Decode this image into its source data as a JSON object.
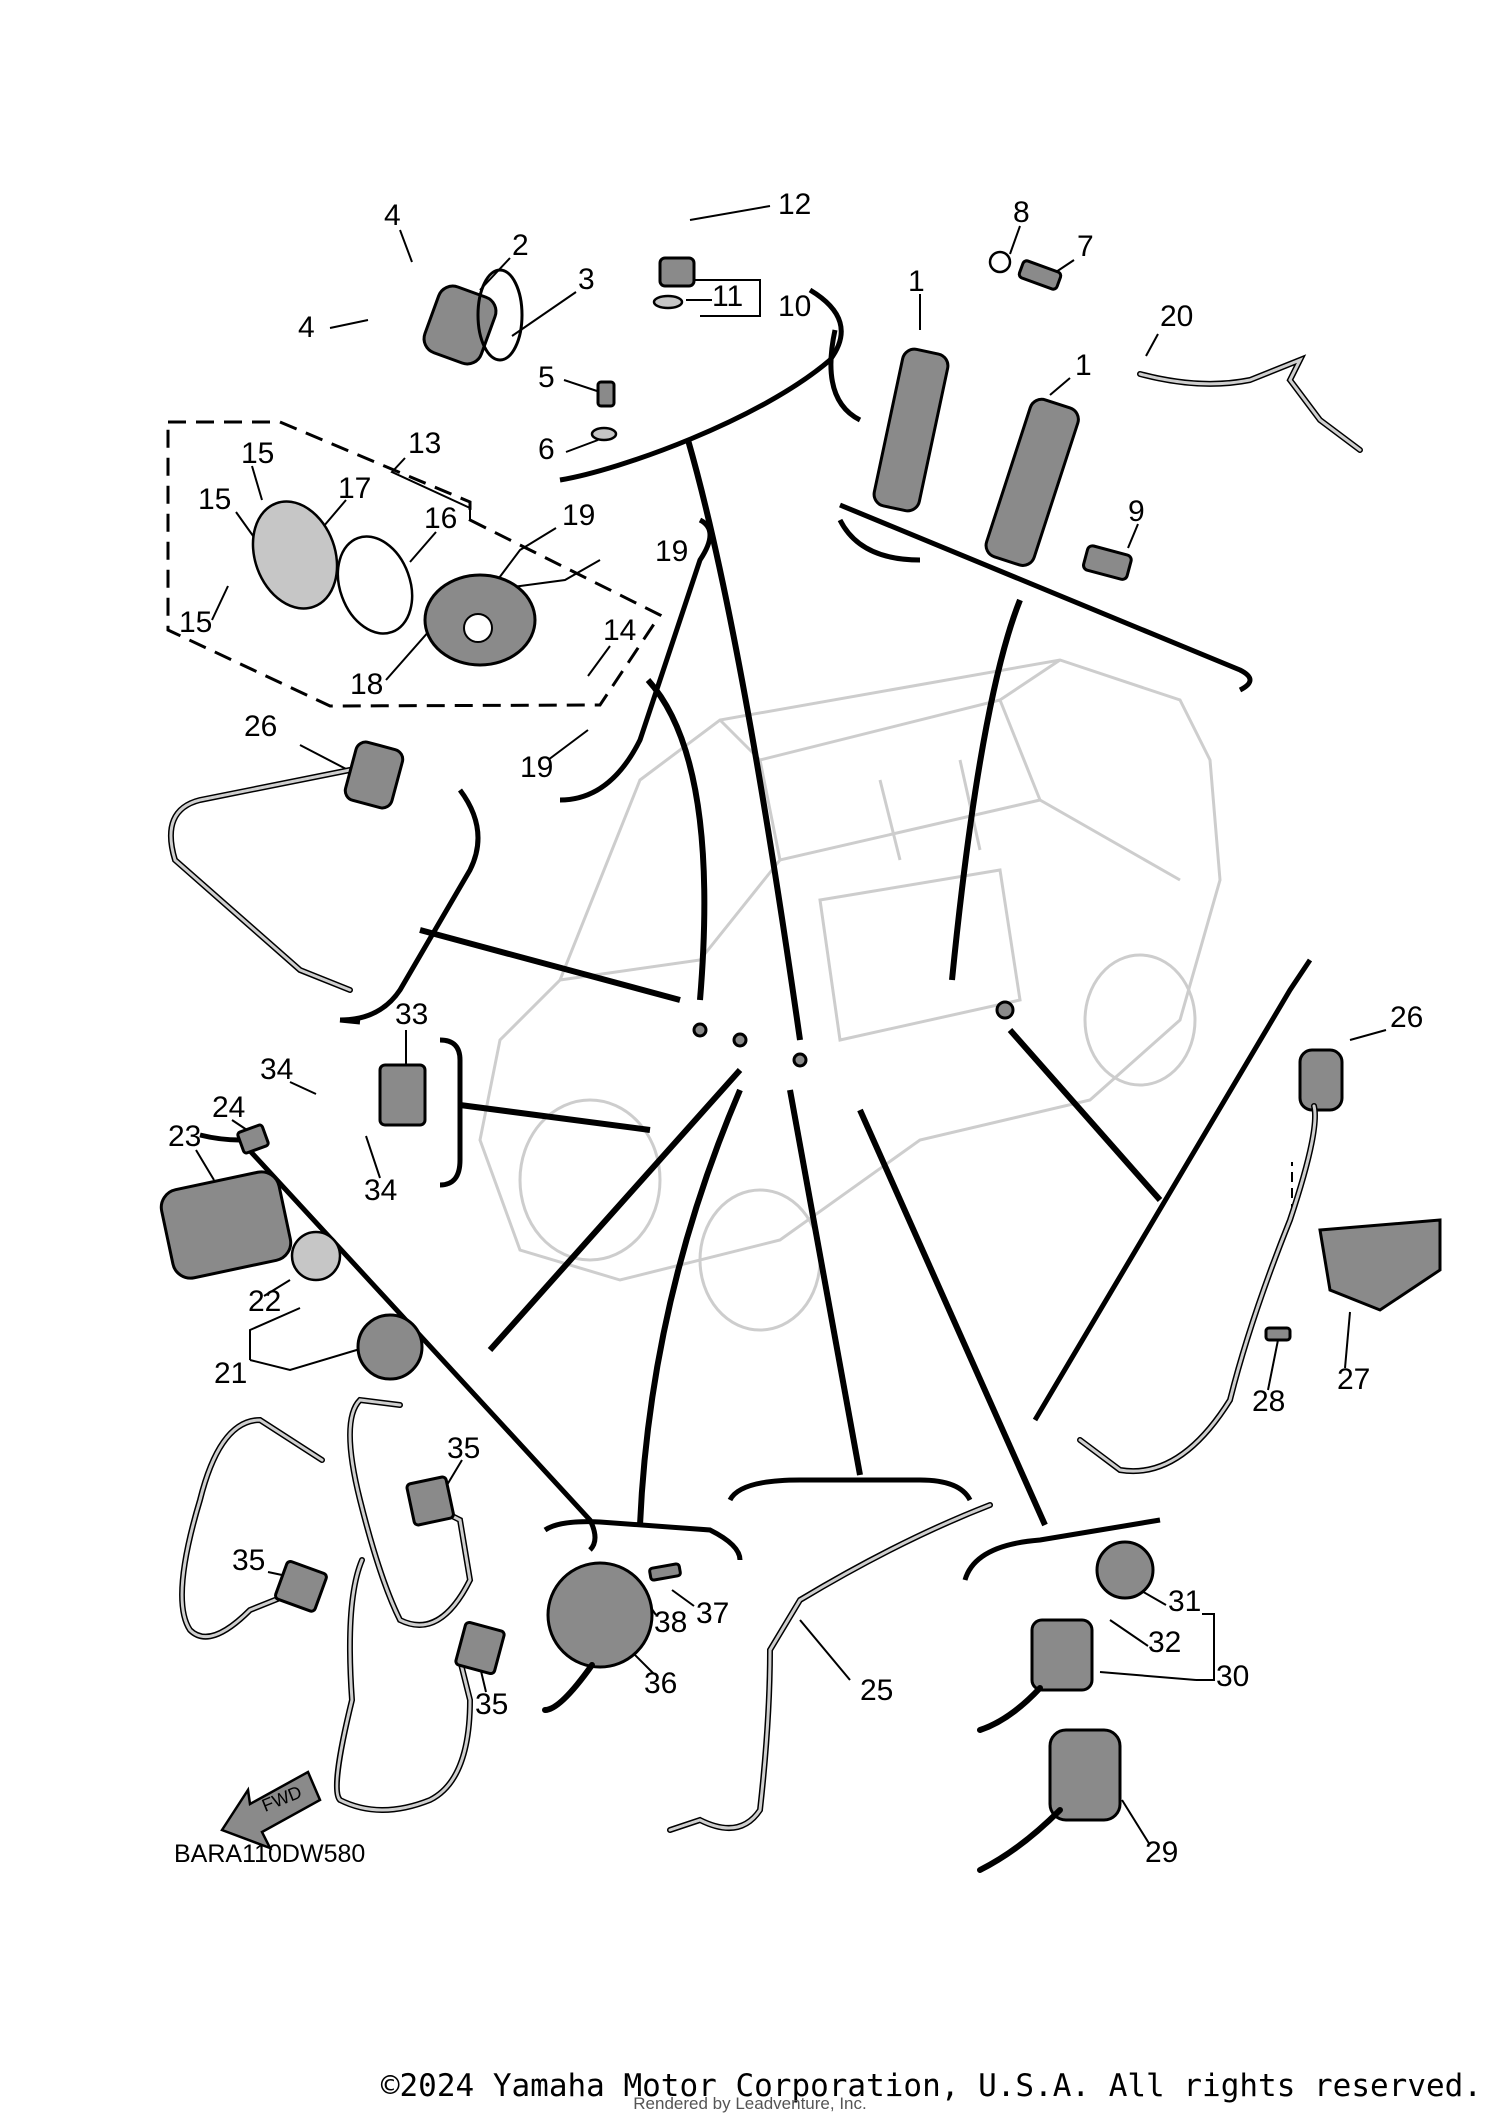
{
  "diagram": {
    "code": "BARA110DW580",
    "fwd_label": "FWD",
    "callouts": [
      "1",
      "1",
      "2",
      "3",
      "4",
      "4",
      "5",
      "6",
      "7",
      "8",
      "9",
      "10",
      "11",
      "12",
      "13",
      "14",
      "15",
      "15",
      "15",
      "16",
      "17",
      "18",
      "19",
      "19",
      "19",
      "20",
      "21",
      "22",
      "23",
      "24",
      "25",
      "26",
      "26",
      "27",
      "28",
      "29",
      "30",
      "31",
      "32",
      "33",
      "34",
      "34",
      "35",
      "35",
      "35",
      "36",
      "37",
      "38"
    ]
  },
  "footer": {
    "copyright": "©2024 Yamaha Motor Corporation, U.S.A. All rights reserved.",
    "rendered_by": "Rendered by Leadventure, Inc."
  },
  "colors": {
    "ink": "#000000",
    "part_fill": "#8a8a8a",
    "vehicle_ghost": "#bdbdbd"
  }
}
